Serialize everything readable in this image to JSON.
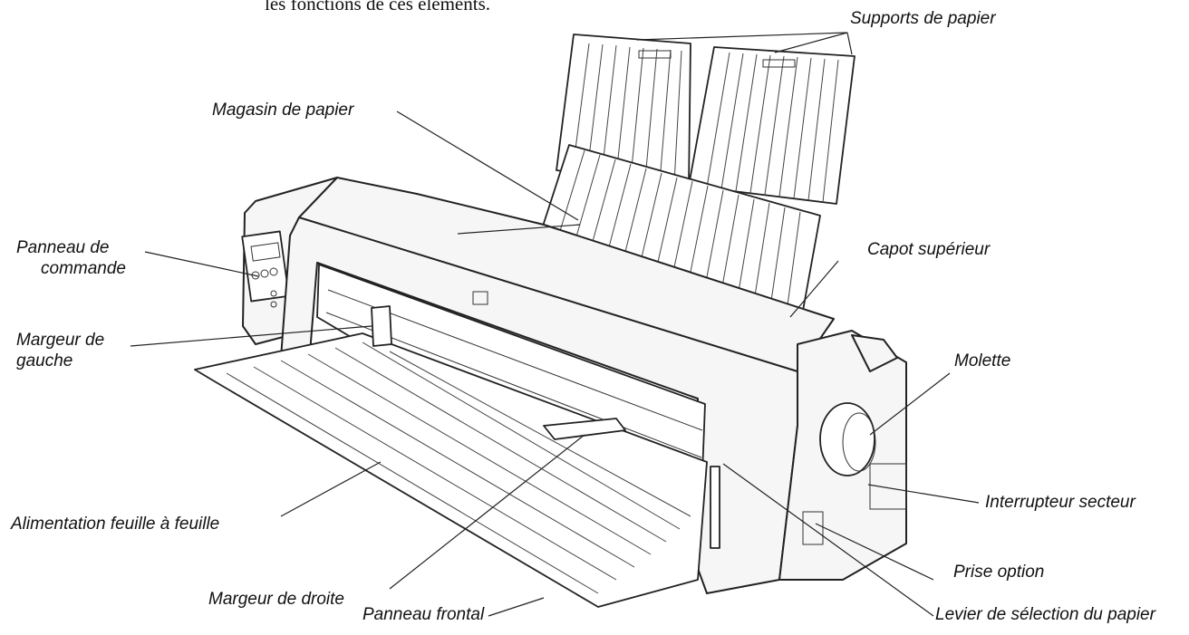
{
  "intro_text": "les fonctions de ces éléments.",
  "labels": {
    "supports": "Supports de papier",
    "magasin": "Magasin de papier",
    "panneau_commande_1": "Panneau de",
    "panneau_commande_2": "commande",
    "capot": "Capot supérieur",
    "margeur_gauche_1": "Margeur de",
    "margeur_gauche_2": "gauche",
    "molette": "Molette",
    "interrupteur": "Interrupteur secteur",
    "alimentation": "Alimentation feuille à feuille",
    "prise": "Prise option",
    "margeur_droite": "Margeur de droite",
    "panneau_frontal": "Panneau frontal",
    "levier": "Levier de sélection du papier"
  }
}
